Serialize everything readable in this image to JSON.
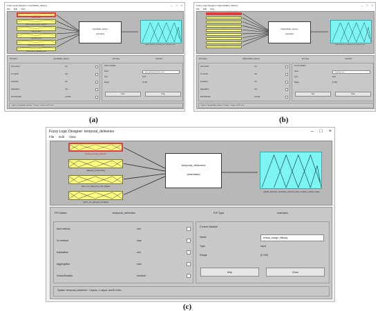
{
  "panels": {
    "a": {
      "title": "Fuzzy Logic Designer: unprofitable_delivery",
      "menu": [
        "File",
        "Edit",
        "View"
      ],
      "inputs": [
        "proximity_fleet",
        "queue_product_lifecycle_demand",
        "shelf_life_hours",
        "avg_order_value",
        "frequency_per_area_adhoc",
        "cargo_loss_in_operational_fleet"
      ],
      "system_name": "unprofitable_delivery",
      "system_type": "(mamdani)",
      "output": "global_discount_sensitivity_cost_discount_value",
      "fis_name_label": "FIS Name:",
      "fis_name_value": "unprofitable_delivery",
      "fis_type_label": "FIS Type:",
      "fis_type_value": "mamdani",
      "methods": [
        {
          "label": "And method",
          "value": "min"
        },
        {
          "label": "Or method",
          "value": "max"
        },
        {
          "label": "Implication",
          "value": "min"
        },
        {
          "label": "Aggregation",
          "value": "max"
        },
        {
          "label": "Defuzzification",
          "value": "centroid"
        }
      ],
      "current_variable": "Current Variable",
      "cv_rows": [
        {
          "label": "Name",
          "value": "input_proximity_discount_value"
        },
        {
          "label": "Type",
          "value": "input"
        },
        {
          "label": "Range",
          "value": "[0 100]"
        }
      ],
      "help": "Help",
      "close": "Close",
      "status": "System \"unprofitable_delivery\": 7 inputs, 1 output, and 81 rules"
    },
    "b": {
      "title": "Fuzzy Logic Designer: highprofitable_delivery",
      "menu": [
        "File",
        "Edit",
        "View"
      ],
      "inputs": [
        "proximity_fleet",
        "queue_location",
        "shelf_life_data",
        "product_delivery",
        "avg_order_value",
        "product_delivery_data",
        "inventory_level",
        "category_product",
        "highprofitable_delivery"
      ],
      "system_name": "highprofitable_delivery",
      "system_type": "(mamdani)",
      "output": "global_discount_sensitivity_cost_discount_value",
      "fis_name_label": "FIS Name:",
      "fis_name_value": "highprofitable_delivery",
      "fis_type_label": "FIS Type:",
      "fis_type_value": "mamdani",
      "methods": [
        {
          "label": "And method",
          "value": "min"
        },
        {
          "label": "Or method",
          "value": "max"
        },
        {
          "label": "Implication",
          "value": "min"
        },
        {
          "label": "Aggregation",
          "value": "max"
        },
        {
          "label": "Defuzzification",
          "value": "centroid"
        }
      ],
      "current_variable": "Current Variable",
      "cv_rows": [
        {
          "label": "Name",
          "value": "inventory_level"
        },
        {
          "label": "Type",
          "value": "input"
        },
        {
          "label": "Range",
          "value": "[0 100]"
        }
      ],
      "help": "Help",
      "close": "Close",
      "status": "System \"highprofitable_delivery\": 9 inputs, 1 output, and 81 rules"
    },
    "c": {
      "title": "Fuzzy Logic Designer: temporal_deliveries",
      "menu": [
        "File",
        "Edit",
        "View"
      ],
      "inputs": [
        "ethical_charge_efficacy",
        "delayed_processing",
        "open_on_agreeing_sub_pages",
        "batch_on_general_tentative"
      ],
      "system_name": "temporal_deliveries",
      "system_type": "(mamdani)",
      "output": "global_discount_sensitivity_discount_bad_reviews_market_mapa",
      "fis_name_label": "FIS Name:",
      "fis_name_value": "temporal_deliveries",
      "fis_type_label": "FIS Type:",
      "fis_type_value": "mamdani",
      "methods": [
        {
          "label": "And method",
          "value": "min"
        },
        {
          "label": "Or method",
          "value": "max"
        },
        {
          "label": "Implication",
          "value": "min"
        },
        {
          "label": "Aggregation",
          "value": "max"
        },
        {
          "label": "Defuzzification",
          "value": "centroid"
        }
      ],
      "current_variable": "Current Variable",
      "cv_rows": [
        {
          "label": "Name",
          "value": "ethical_charge_efficacy"
        },
        {
          "label": "Type",
          "value": "input"
        },
        {
          "label": "Range",
          "value": "[0 100]"
        }
      ],
      "help": "Help",
      "close": "Close",
      "status": "System \"temporal_deliveries\": 4 inputs, 1 output, and 81 rules"
    }
  },
  "captions": {
    "a": "(a)",
    "b": "(b)",
    "c": "(c)"
  },
  "colors": {
    "input_fill": "#ffff80",
    "output_fill": "#7ef5f5",
    "diagram_bg": "#b8b8b8",
    "selected_border": "#e03c3c"
  }
}
